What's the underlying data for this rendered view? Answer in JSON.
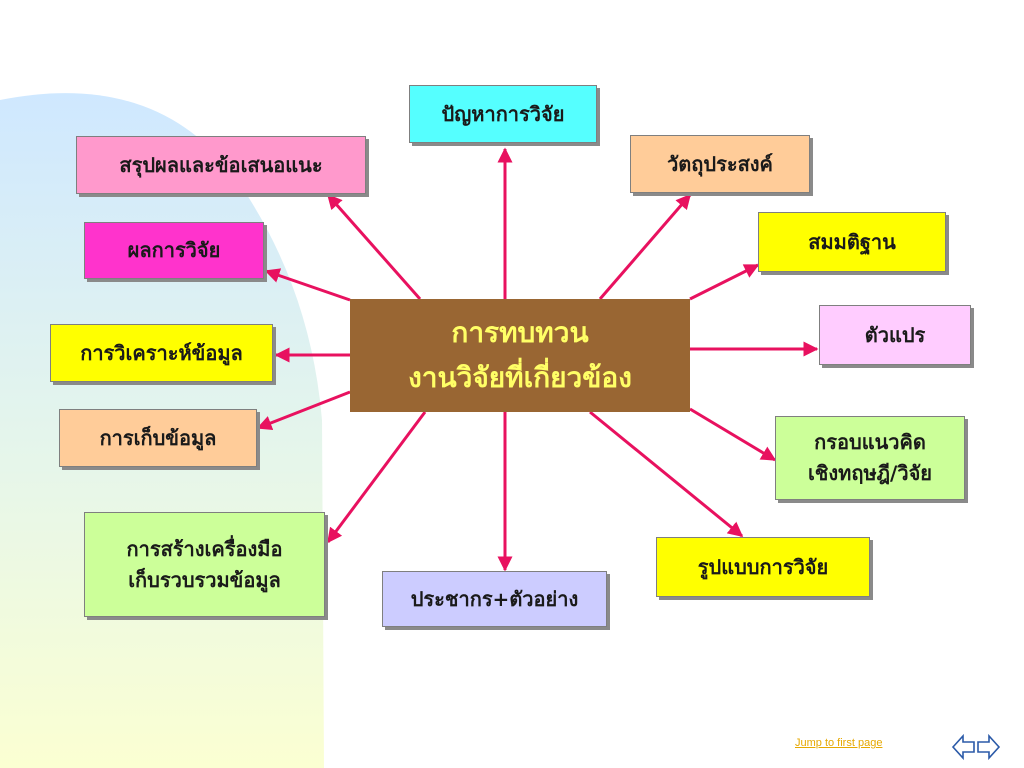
{
  "center": {
    "line1": "การทบทวน",
    "line2": "งานวิจัยที่เกี่ยวข้อง"
  },
  "nodes": {
    "problem": "ปัญหาการวิจัย",
    "objectives": "วัตถุประสงค์",
    "hypothesis": "สมมติฐาน",
    "variables": "ตัวแปร",
    "framework": {
      "line1": "กรอบแนวคิด",
      "line2": "เชิงทฤษฎี/วิจัย"
    },
    "design": "รูปแบบการวิจัย",
    "population": "ประชากร+ตัวอย่าง",
    "instrument": {
      "line1": "การสร้างเครื่องมือ",
      "line2": "เก็บรวบรวมข้อมูล"
    },
    "collection": "การเก็บข้อมูล",
    "analysis": "การวิเคราะห์ข้อมูล",
    "results": "ผลการวิจัย",
    "conclusion": "สรุปผลและข้อเสนอแนะ"
  },
  "colors": {
    "center_bg": "#996633",
    "center_text": "#ffff66",
    "arrow": "#e8115f",
    "problem": "#55ffff",
    "objectives": "#ffcc99",
    "hypothesis": "#ffff00",
    "variables": "#ffccff",
    "framework": "#ccff99",
    "design": "#ffff00",
    "population": "#ccccff",
    "instrument": "#ccff99",
    "collection": "#ffcc99",
    "analysis": "#ffff00",
    "results": "#ff33cc",
    "conclusion": "#ff99cc"
  },
  "footer": {
    "link_text": "Jump to first page"
  },
  "nav_icon": "double-arrow-left-right-icon"
}
